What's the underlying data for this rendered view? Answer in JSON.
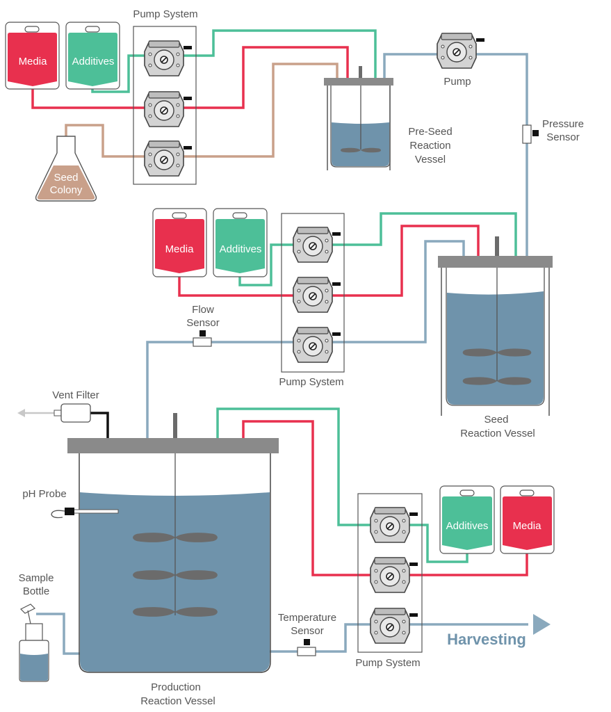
{
  "labels": {
    "pump_system_top": "Pump System",
    "pump_system_mid": "Pump System",
    "pump_system_bottom": "Pump System",
    "pump": "Pump",
    "pressure_sensor": [
      "Pressure",
      "Sensor"
    ],
    "pre_seed_vessel": [
      "Pre-Seed",
      "Reaction",
      "Vessel"
    ],
    "seed_vessel": [
      "Seed",
      "Reaction Vessel"
    ],
    "production_vessel": [
      "Production",
      "Reaction Vessel"
    ],
    "flow_sensor": [
      "Flow",
      "Sensor"
    ],
    "vent_filter": "Vent Filter",
    "ph_probe": "pH Probe",
    "sample_bottle": [
      "Sample",
      "Bottle"
    ],
    "temperature_sensor": [
      "Temperature",
      "Sensor"
    ],
    "harvesting": "Harvesting",
    "seed_colony": [
      "Seed",
      "Colony"
    ]
  },
  "bags": {
    "media_top": "Media",
    "additives_top": "Additives",
    "media_mid": "Media",
    "additives_mid": "Additives",
    "additives_bottom": "Additives",
    "media_bottom": "Media"
  },
  "colors": {
    "media": "#e8304e",
    "additives": "#4dbf98",
    "seed": "#c9a08a",
    "culture": "#6f93ab",
    "outflow": "#8aa9bd",
    "lid": "#8a8a8a",
    "pump_body": "#d3d3d3",
    "impeller": "#6b6b6b"
  }
}
